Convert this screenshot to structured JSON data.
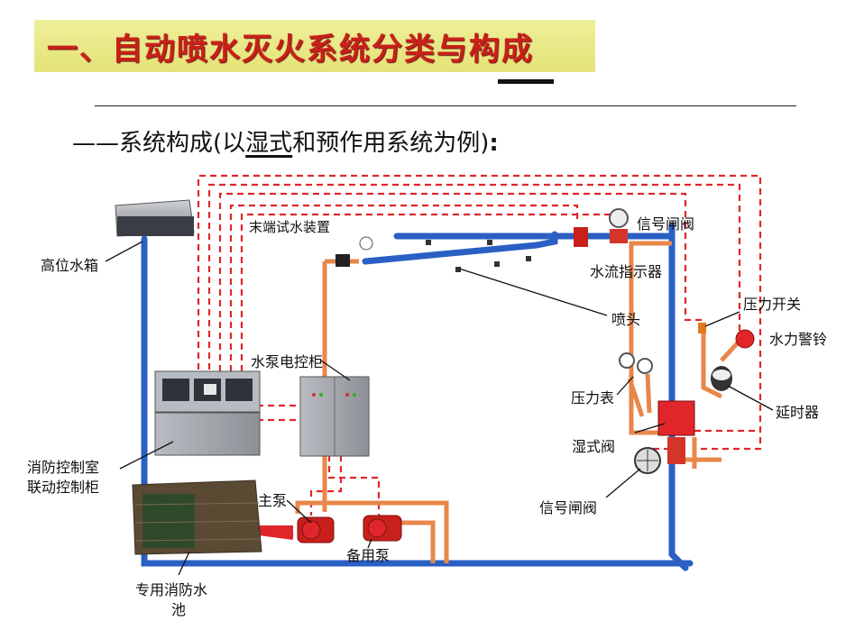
{
  "title": "一、自动喷水灭火系统分类与构成",
  "subtitle": {
    "dash": "——",
    "main": "系统构成",
    "paren_open": "(以",
    "underlined": "湿式",
    "rest": "和预作用系统为例)",
    "colon": ":"
  },
  "labels": {
    "high_tank": "高位水箱",
    "end_test": "末端试水装置",
    "signal_valve_top": "信号闸阀",
    "flow_indicator": "水流指示器",
    "sprinkler": "喷头",
    "pressure_switch": "压力开关",
    "water_bell": "水力警铃",
    "pump_cabinet": "水泵电控柜",
    "pressure_gauge": "压力表",
    "delay": "延时器",
    "wet_valve": "湿式阀",
    "control_room_1": "消防控制室",
    "control_room_2": "联动控制柜",
    "signal_valve_bottom": "信号闸阀",
    "main_pump": "主泵",
    "standby_pump": "备用泵",
    "pool_1": "专用消防水",
    "pool_2": "池"
  },
  "colors": {
    "title_red": "#c8201a",
    "pipe_blue": "#2a5fc4",
    "pipe_orange": "#e8874a",
    "signal_red": "#e0262a"
  }
}
